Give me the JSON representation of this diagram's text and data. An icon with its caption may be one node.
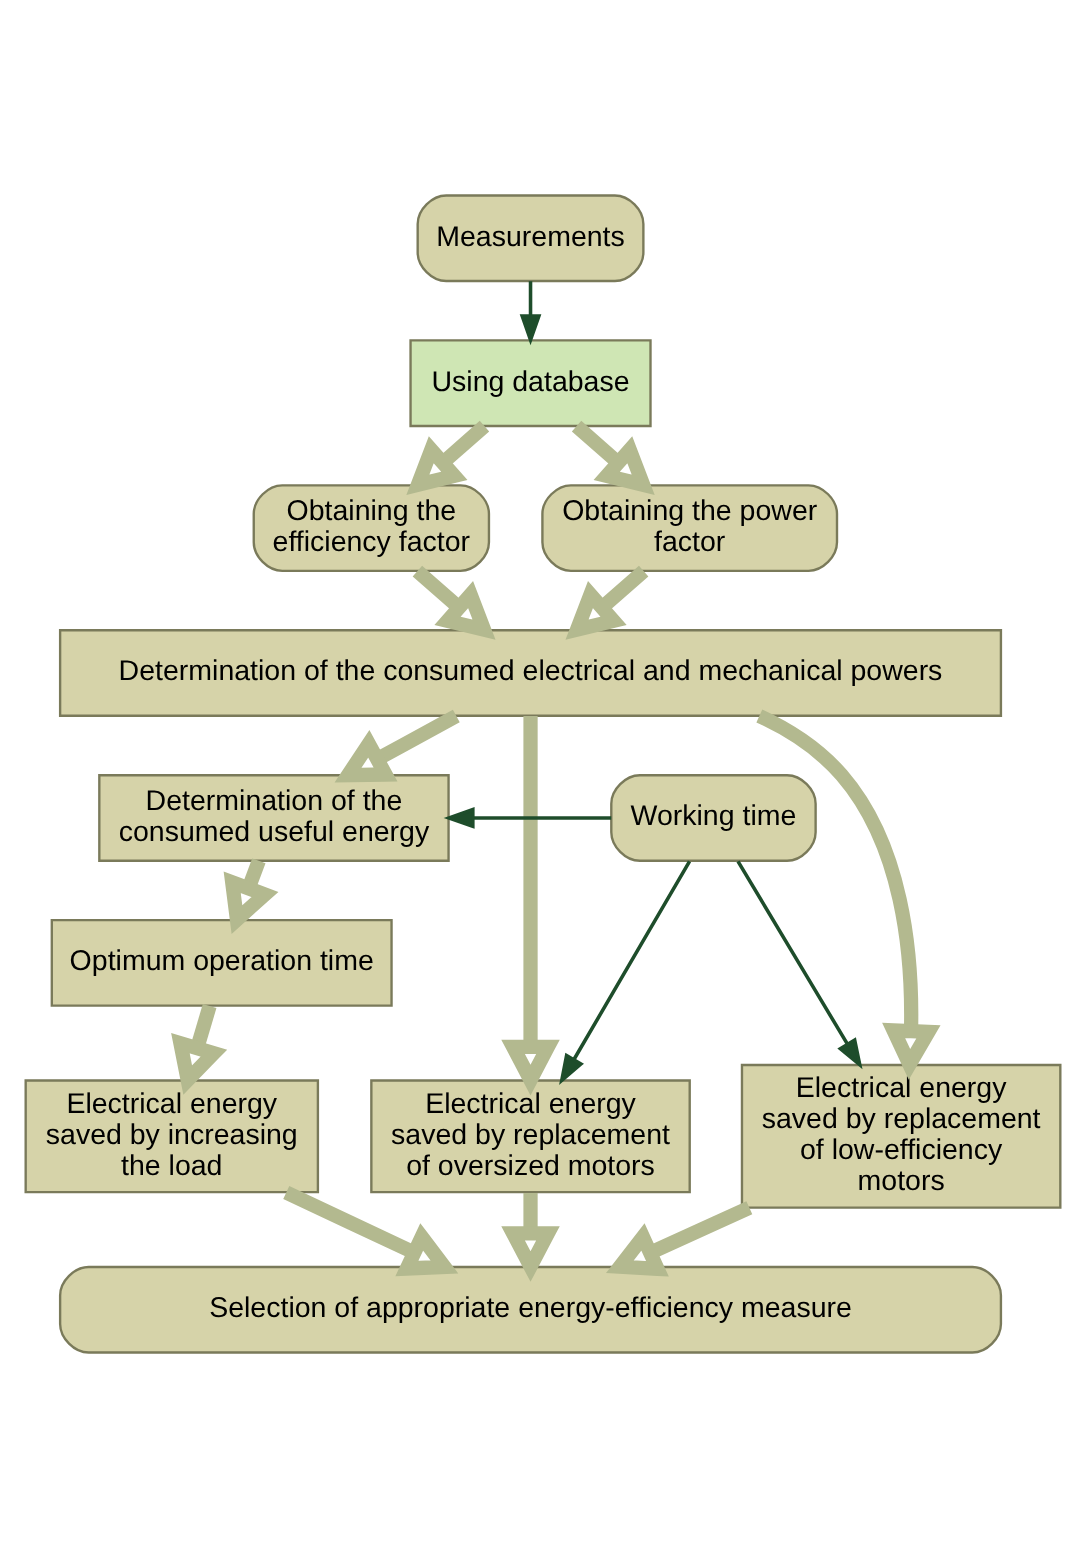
{
  "diagram": {
    "nodes": [
      {
        "text": [
          "Measurements"
        ]
      },
      {
        "text": [
          "Using database"
        ]
      },
      {
        "text": [
          "Obtaining the efficiency factor"
        ]
      },
      {
        "text": [
          "Obtaining the power factor"
        ]
      },
      {
        "text": [
          "Determination of the consumed electrical and mechanical powers"
        ]
      },
      {
        "text": [
          "Determination of the consumed useful energy"
        ]
      },
      {
        "text": [
          "Working time"
        ]
      },
      {
        "text": [
          "Optimum operation time"
        ]
      },
      {
        "text": [
          "Electrical energy saved by increasing the load"
        ]
      },
      {
        "text": [
          "Electrical energy saved by replacement of oversized motors"
        ]
      },
      {
        "text": [
          "Electrical energy saved by replacement of low-efficiency motors"
        ]
      },
      {
        "text": [
          "Selection of appropriate energy-efficiency measure"
        ]
      }
    ],
    "edges": [
      {
        "from": 0,
        "to": 1,
        "arrow": "to",
        "color": "#1e4d2b"
      },
      {
        "from": 1,
        "to": 2,
        "arrow": "to"
      },
      {
        "from": 1,
        "to": 3,
        "arrow": "to"
      },
      {
        "from": 2,
        "to": 4,
        "arrow": "to"
      },
      {
        "from": 3,
        "to": 4,
        "arrow": "to"
      },
      {
        "from": 4,
        "to": 5,
        "arrow": "to"
      },
      {
        "from": 4,
        "to": 9,
        "arrow": "to"
      },
      {
        "from": 4,
        "to": 10,
        "arrow": "to"
      },
      {
        "from": 6,
        "to": 5,
        "arrow": "to",
        "color": "#1e4d2b"
      },
      {
        "from": 6,
        "to": 9,
        "arrow": "to",
        "color": "#1e4d2b"
      },
      {
        "from": 6,
        "to": 10,
        "arrow": "to",
        "color": "#1e4d2b"
      },
      {
        "from": 5,
        "to": 7,
        "arrow": "to"
      },
      {
        "from": 7,
        "to": 8,
        "arrow": "to"
      },
      {
        "from": 8,
        "to": 11,
        "arrow": "to"
      },
      {
        "from": 9,
        "to": 11,
        "arrow": "to"
      },
      {
        "from": 10,
        "to": 11,
        "arrow": "to"
      }
    ]
  }
}
